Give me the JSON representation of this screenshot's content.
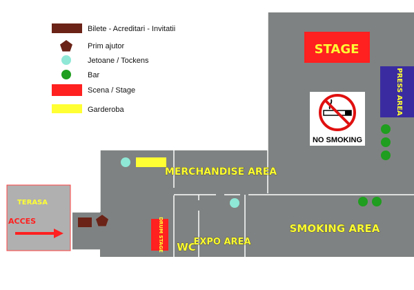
{
  "legend": {
    "tickets": "Bilete - Acreditari - Invitatii",
    "first_aid": "Prim ajutor",
    "tokens": "Jetoane / Tockens",
    "bar": "Bar",
    "stage": "Scena / Stage",
    "cloakroom": "Garderoba"
  },
  "areas": {
    "stage": "STAGE",
    "press": "PRESS AREA",
    "merchandise": "MERCHANDISE AREA",
    "smoking": "SMOKING AREA",
    "expo": "EXPO AREA",
    "wc": "WC",
    "drum_stage": "DRUM STAGE",
    "terasa": "TERASA",
    "acces": "ACCES"
  },
  "sign": {
    "no_smoking": "NO SMOKING"
  },
  "colors": {
    "floor": "#7f8282",
    "terrace": "#b0b0b0",
    "tickets": "#6b2317",
    "first_aid": "#6b2317",
    "tokens": "#8fe8d6",
    "bar": "#1f9e1f",
    "stage": "#ff2020",
    "cloakroom": "#ffff33",
    "press": "#3a2ca0"
  }
}
